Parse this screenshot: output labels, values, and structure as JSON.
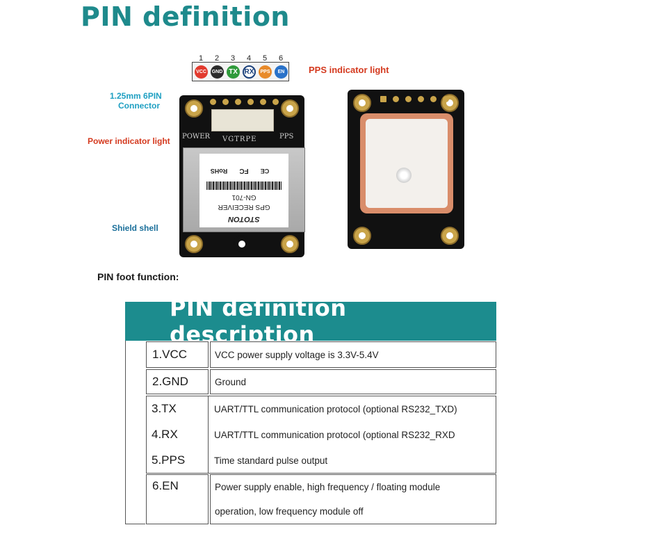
{
  "title": "PIN definition",
  "pins": {
    "numbers": [
      "1",
      "2",
      "3",
      "4",
      "5",
      "6"
    ],
    "labels": [
      "VCC",
      "GND",
      "TX",
      "RX",
      "PPS",
      "EN"
    ],
    "colors": [
      "#e23a2e",
      "#2b2b2b",
      "#2f9a3b",
      "#ffffff",
      "#e88a2a",
      "#2a72c9"
    ]
  },
  "callouts": {
    "pps_light": "PPS indicator light",
    "connector_line1": "1.25mm  6PIN",
    "connector_line2": "Connector",
    "power_light": "Power  indicator  light",
    "shield": "Shield shell",
    "pin_foot": "PIN foot function:"
  },
  "board": {
    "silk_power": "POWER",
    "silk_pps": "PPS",
    "silk_pins": "VGTRPE",
    "sticker_brand": "STOTON",
    "sticker_product": "GPS RECEIVER",
    "sticker_model": "GN-701",
    "sticker_rohs": "RoHS",
    "sticker_fc": "FC",
    "sticker_ce": "CE"
  },
  "table": {
    "header": "PIN definition description",
    "rows": [
      {
        "pin": "1.VCC",
        "desc": "VCC power supply voltage is 3.3V-5.4V"
      },
      {
        "pin": "2.GND",
        "desc": "Ground"
      },
      {
        "pin": "3.TX",
        "desc": "UART/TTL communication protocol (optional RS232_TXD)"
      },
      {
        "pin": "4.RX",
        "desc": "UART/TTL communication protocol (optional RS232_RXD"
      },
      {
        "pin": "5.PPS",
        "desc": "Time standard pulse output"
      },
      {
        "pin": "6.EN",
        "desc": "Power  supply  enable,  high  frequency  /  floating  module",
        "desc2": "operation, low frequency module off"
      }
    ]
  }
}
